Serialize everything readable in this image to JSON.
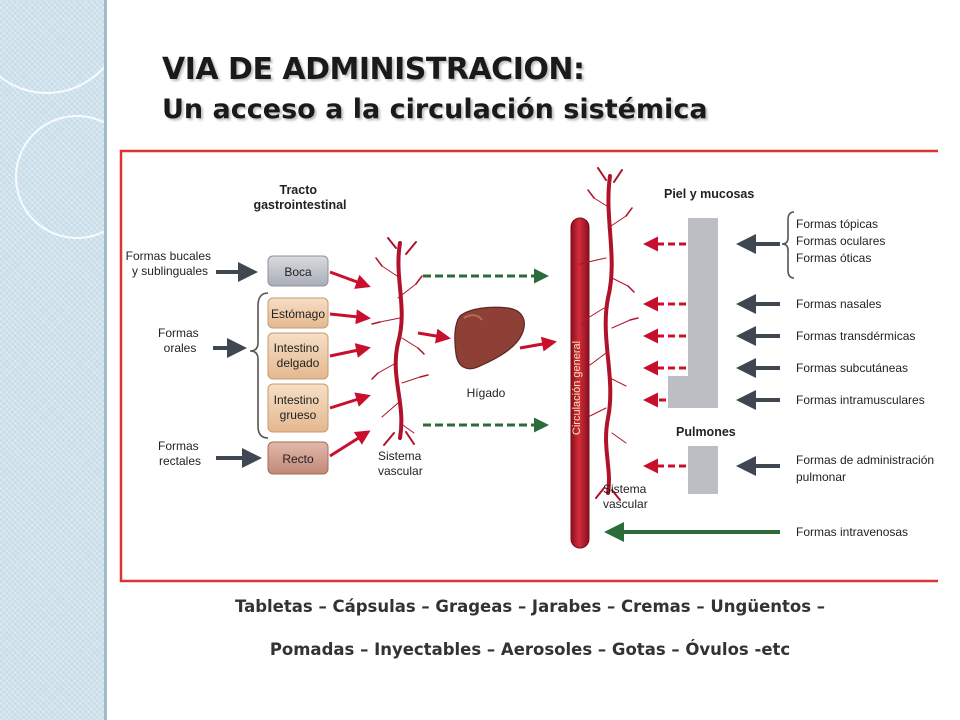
{
  "title": "VIA DE ADMINISTRACION:",
  "subtitle": "Un acceso a la circulación sistémica",
  "diagram": {
    "tracto_title": [
      "Tracto",
      "gastrointestinal"
    ],
    "inputs_left": {
      "bucales": [
        "Formas bucales",
        "y sublinguales"
      ],
      "orales": [
        "Formas",
        "orales"
      ],
      "rectales": [
        "Formas",
        "rectales"
      ]
    },
    "gi_boxes": {
      "boca": [
        "Boca"
      ],
      "estomago": [
        "Estómago"
      ],
      "intestino_delgado": [
        "Intestino",
        "delgado"
      ],
      "intestino_grueso": [
        "Intestino",
        "grueso"
      ],
      "recto": [
        "Recto"
      ]
    },
    "sistema_vascular": [
      "Sistema",
      "vascular"
    ],
    "higado": "Hígado",
    "circulacion_general": "Circulación general",
    "piel_mucosas": "Piel y mucosas",
    "pulmones": "Pulmones",
    "right_forms": {
      "topicas_group": [
        "Formas tópicas",
        "Formas oculares",
        "Formas óticas"
      ],
      "nasales": "Formas nasales",
      "transdermicas": "Formas transdérmicas",
      "subcutaneas": "Formas subcutáneas",
      "intramusculares": "Formas intramusculares",
      "pulmonar": [
        "Formas de administración",
        "pulmonar"
      ],
      "intravenosas": "Formas intravenosas"
    },
    "colors": {
      "border": "#d9372e",
      "arrow_red": "#c8102e",
      "arrow_dark": "#3e4752",
      "arrow_green": "#2e6b3a",
      "bar_gray": "#bcbec3",
      "vessel_red": "#b0122a"
    }
  },
  "caption_lines": [
    "Tabletas – Cápsulas – Grageas – Jarabes – Cremas – Ungüentos –",
    "Pomadas – Inyectables – Aerosoles – Gotas – Óvulos -etc"
  ]
}
